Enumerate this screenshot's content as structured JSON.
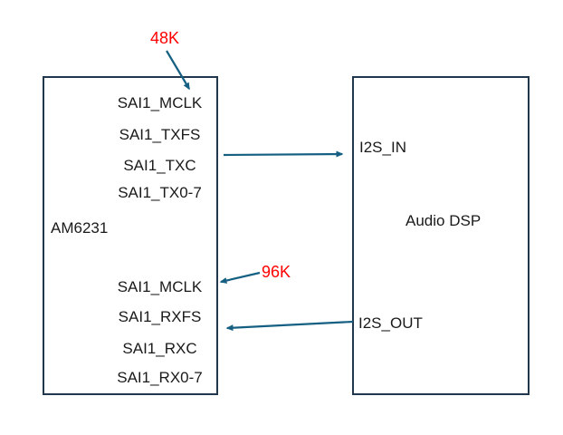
{
  "blocks": {
    "am6231": {
      "label": "AM6231",
      "tx_pins": [
        "SAI1_MCLK",
        "SAI1_TXFS",
        "SAI1_TXC",
        "SAI1_TX0-7"
      ],
      "rx_pins": [
        "SAI1_MCLK",
        "SAI1_RXFS",
        "SAI1_RXC",
        "SAI1_RX0-7"
      ]
    },
    "audio_dsp": {
      "label": "Audio DSP",
      "in_pin": "I2S_IN",
      "out_pin": "I2S_OUT"
    }
  },
  "annotations": {
    "tx_sample_rate": "48K",
    "rx_sample_rate": "96K"
  },
  "connections": [
    {
      "name": "48k-rate-to-sai1-mclk",
      "from": "48K label",
      "to": "SAI1_MCLK (TX)"
    },
    {
      "name": "sai1-tx-to-i2s-in",
      "from": "AM6231 SAI1 TX",
      "to": "Audio DSP I2S_IN"
    },
    {
      "name": "96k-rate-to-sai1-mclk",
      "from": "96K label",
      "to": "SAI1_MCLK (RX)"
    },
    {
      "name": "i2s-out-to-sai1-rx",
      "from": "Audio DSP I2S_OUT",
      "to": "AM6231 SAI1 RX"
    }
  ],
  "colors": {
    "box_border": "#21374d",
    "arrow": "#156082",
    "annotation_red": "#ff0000",
    "text": "#1a1a1a",
    "background": "#ffffff"
  }
}
